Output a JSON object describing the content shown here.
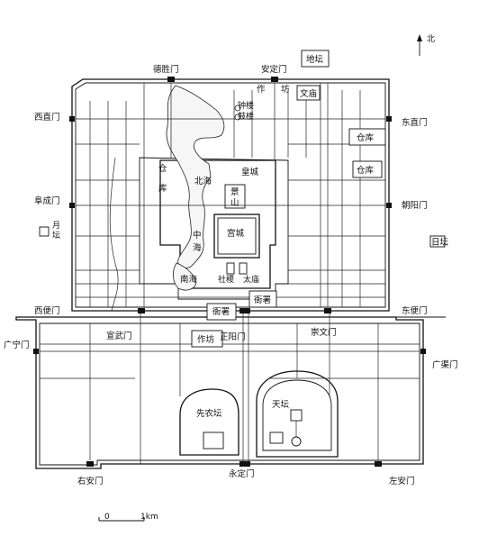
{
  "labels": {
    "north": "北",
    "scale_zero": "0",
    "scale_1km": "1km",
    "gates": {
      "desheng": "德胜门",
      "anding": "安定门",
      "xizhi": "西直门",
      "dongzhi": "东直门",
      "fucheng": "阜成门",
      "chaoyang": "朝阳门",
      "xibian": "西便门",
      "dongbian": "东便门",
      "xuanwu": "宣武门",
      "zhengyang": "正阳门",
      "chongwen": "崇文门",
      "guangning": "广宁门",
      "guangqu": "广渠门",
      "youan": "右安门",
      "yongding": "永定门",
      "zuoan": "左安门"
    },
    "places": {
      "ditan": "地坛",
      "zuofang_n": "作",
      "zuofang_n2": "坊",
      "wenmiao": "文庙",
      "zhonglou": "钟楼",
      "gulou": "鼓楼",
      "cangku1": "仓库",
      "cangku2": "仓库",
      "cangku_w1": "仓",
      "cangku_w2": "库",
      "beihai": "北海",
      "huangcheng": "皇城",
      "jing": "景",
      "shan": "山",
      "gongcheng": "宫城",
      "zhong": "中",
      "hai": "海",
      "nanhai": "南海",
      "sheji": "社稷",
      "taimiao": "太庙",
      "yashu1": "衙署",
      "yashu2": "衙署",
      "yue": "月",
      "tan": "坛",
      "ritan": "日坛",
      "zuofang_s": "作坊",
      "xiannongtan": "先农坛",
      "tiantan": "天坛"
    }
  }
}
